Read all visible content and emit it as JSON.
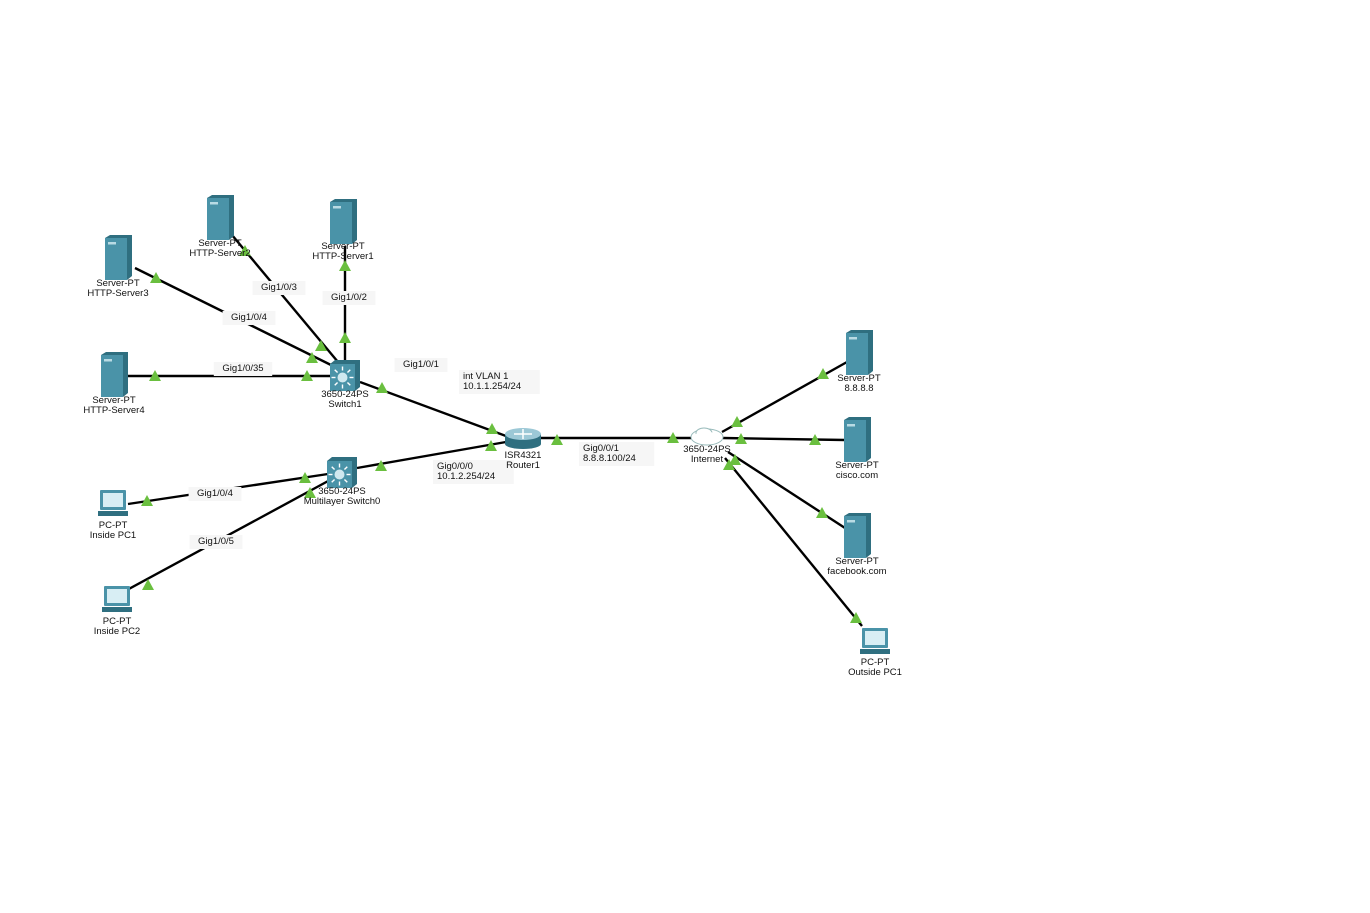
{
  "nodes": [
    {
      "id": "http2",
      "type": "server",
      "model": "Server-PT",
      "name": "HTTP-Server2"
    },
    {
      "id": "http1",
      "type": "server",
      "model": "Server-PT",
      "name": "HTTP-Server1"
    },
    {
      "id": "http3",
      "type": "server",
      "model": "Server-PT",
      "name": "HTTP-Server3"
    },
    {
      "id": "http4",
      "type": "server",
      "model": "Server-PT",
      "name": "HTTP-Server4"
    },
    {
      "id": "sw1",
      "type": "switch",
      "model": "3650-24PS",
      "name": "Switch1"
    },
    {
      "id": "r1",
      "type": "router",
      "model": "ISR4321",
      "name": "Router1"
    },
    {
      "id": "mls0",
      "type": "switch",
      "model": "3650-24PS",
      "name": "Multilayer Switch0"
    },
    {
      "id": "pc1",
      "type": "pc",
      "model": "PC-PT",
      "name": "Inside PC1"
    },
    {
      "id": "pc2",
      "type": "pc",
      "model": "PC-PT",
      "name": "Inside PC2"
    },
    {
      "id": "inet",
      "type": "cloud",
      "model": "3650-24PS",
      "name": "Internet"
    },
    {
      "id": "dns",
      "type": "server",
      "model": "Server-PT",
      "name": "8.8.8.8"
    },
    {
      "id": "cisco",
      "type": "server",
      "model": "Server-PT",
      "name": "cisco.com"
    },
    {
      "id": "fb",
      "type": "server",
      "model": "Server-PT",
      "name": "facebook.com"
    },
    {
      "id": "opc1",
      "type": "pc",
      "model": "PC-PT",
      "name": "Outside PC1"
    }
  ],
  "link_labels": [
    {
      "id": "l-g103",
      "lines": [
        "Gig1/0/3"
      ]
    },
    {
      "id": "l-g102",
      "lines": [
        "Gig1/0/2"
      ]
    },
    {
      "id": "l-g104a",
      "lines": [
        "Gig1/0/4"
      ]
    },
    {
      "id": "l-g1035",
      "lines": [
        "Gig1/0/35"
      ]
    },
    {
      "id": "l-g101",
      "lines": [
        "Gig1/0/1"
      ]
    },
    {
      "id": "l-vlan1",
      "lines": [
        "int VLAN 1",
        "10.1.1.254/24"
      ]
    },
    {
      "id": "l-g000",
      "lines": [
        "Gig0/0/0",
        "10.1.2.254/24"
      ]
    },
    {
      "id": "l-g001",
      "lines": [
        "Gig0/0/1",
        "8.8.8.100/24"
      ]
    },
    {
      "id": "l-g104b",
      "lines": [
        "Gig1/0/4"
      ]
    },
    {
      "id": "l-g105",
      "lines": [
        "Gig1/0/5"
      ]
    }
  ],
  "colors": {
    "link": "#000000",
    "link_up": "#6abf3f",
    "device": "#4a93a8",
    "device_dark": "#2f6f80"
  }
}
